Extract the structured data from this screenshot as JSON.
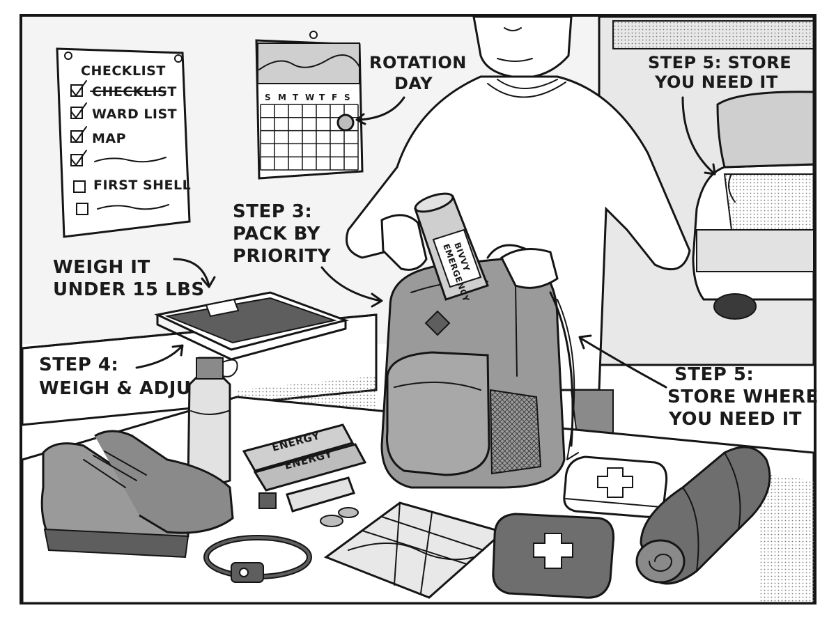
{
  "checklist": {
    "title": "CHECKLIST",
    "items": [
      {
        "label": "CHECKLIST",
        "checked": true,
        "struck": true
      },
      {
        "label": "WARD LIST",
        "checked": true,
        "struck": false
      },
      {
        "label": "MAP",
        "checked": true,
        "struck": false
      },
      {
        "label": "",
        "checked": true,
        "struck": false
      },
      {
        "label": "FIRST SHELL",
        "checked": false,
        "struck": false
      },
      {
        "label": "",
        "checked": false,
        "struck": false
      }
    ]
  },
  "calendar": {
    "weekdays": [
      "S",
      "M",
      "T",
      "W",
      "T",
      "F",
      "S"
    ]
  },
  "callouts": {
    "rotation_day": [
      "ROTATION",
      "DAY"
    ],
    "step5_top": [
      "STEP 5: STORE",
      "YOU NEED IT"
    ],
    "step3": [
      "STEP 3:",
      "PACK BY",
      "PRIORITY"
    ],
    "weigh": [
      "WEIGH IT",
      "UNDER 15 LBS"
    ],
    "step4": [
      "STEP 4:",
      "WEIGH & ADJUST"
    ],
    "step5_right": [
      "STEP 5:",
      "STORE WHERE",
      "YOU NEED IT"
    ]
  },
  "items_text": {
    "bivvy": [
      "EMERGENCY",
      "BIVVY"
    ],
    "energy_bar_1": "ENERGY",
    "energy_bar_2": "ENERGY"
  },
  "colors": {
    "ink": "#151515",
    "paper": "#ffffff",
    "light_gray": "#d9d9d9",
    "mid_gray": "#9a9a9a",
    "dark_gray": "#5e5e5e"
  }
}
